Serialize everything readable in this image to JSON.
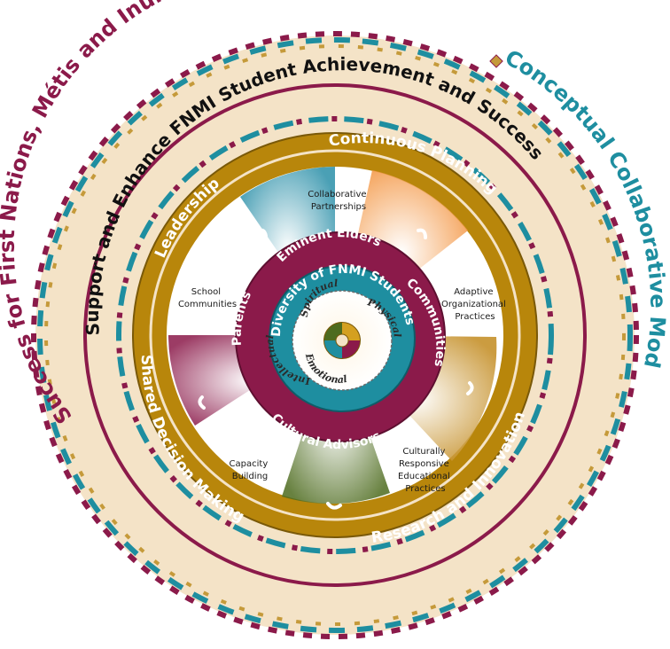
{
  "colors": {
    "maroon": "#8b1a4a",
    "teal": "#1e8ea0",
    "gold": "#b8860b",
    "beige": "#f4e3c7",
    "dark": "#111111"
  },
  "outer_ring": {
    "title_left": "Success for First Nations, Métis and Inuit (FNMI) Students",
    "title_right": "Conceptual Collaborative Model"
  },
  "beige_ring": {
    "text": "Support and Enhance FNMI Student Achievement and Success"
  },
  "gold_ring": {
    "leadership": "Leadership",
    "continuous_planning": "Continuous Planning",
    "research_innovation": "Research and Innovation",
    "shared_decision_making": "Shared Decision Making"
  },
  "sectors": {
    "collaborative_partnerships": [
      "Collaborative",
      "Partnerships"
    ],
    "adaptive_practices": [
      "Adaptive",
      "Organizational",
      "Practices"
    ],
    "culturally_responsive": [
      "Culturally",
      "Responsive",
      "Educational",
      "Practices"
    ],
    "capacity_building": [
      "Capacity",
      "Building"
    ],
    "school_communities": [
      "School",
      "Communities"
    ]
  },
  "maroon_ring": {
    "top": "Eminent Elders",
    "right": "Communities",
    "bottom": "Cultural Advisors",
    "left": "Parents"
  },
  "teal_ring": {
    "text": "Diversity of FNMI Students"
  },
  "core": {
    "top": "Spiritual",
    "right": "Physical",
    "bottom": "Emotional",
    "left": "Intellectual"
  }
}
